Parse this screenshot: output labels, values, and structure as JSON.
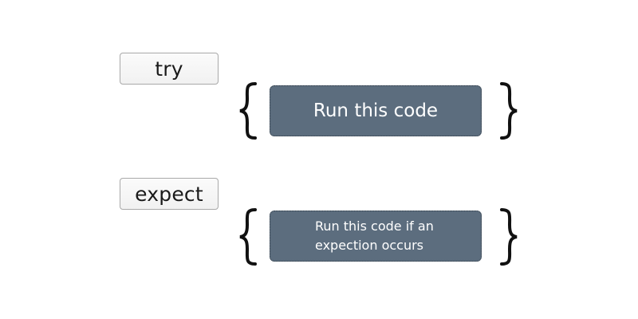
{
  "diagram": {
    "try_label": "try",
    "except_label": "expect",
    "try_block_text": "Run this code",
    "except_block_text": "Run this code if an\nexpection occurs",
    "colors": {
      "block_fill": "#5c6d7e",
      "block_text": "#ffffff",
      "keyword_border": "#a9a9a9",
      "brace": "#111111"
    }
  }
}
